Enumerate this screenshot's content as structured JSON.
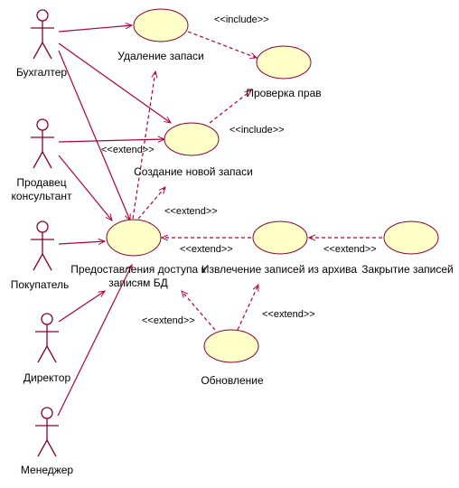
{
  "colors": {
    "line": "#b0003a",
    "usecase_fill": "#ffffc8",
    "usecase_stroke": "#8a0032"
  },
  "actors": [
    {
      "id": "accountant",
      "label": "Бухгалтер"
    },
    {
      "id": "seller",
      "label_lines": [
        "Продавец",
        "консультант"
      ]
    },
    {
      "id": "buyer",
      "label": "Покупатель"
    },
    {
      "id": "director",
      "label": "Директор"
    },
    {
      "id": "manager",
      "label": "Менеджер"
    }
  ],
  "use_cases": [
    {
      "id": "delete",
      "label": "Удаление запаси"
    },
    {
      "id": "check",
      "label": "Проверка прав"
    },
    {
      "id": "create",
      "label": "Создание новой запаси"
    },
    {
      "id": "access",
      "label_lines": [
        "Предоставления доступа к",
        "записям БД"
      ]
    },
    {
      "id": "extract",
      "label": "Извлечение записей из архива"
    },
    {
      "id": "close",
      "label": "Закрытие записей"
    },
    {
      "id": "update",
      "label": "Обновление"
    }
  ],
  "relations": {
    "include": "<<include>>",
    "extend": "<<extend>>"
  }
}
